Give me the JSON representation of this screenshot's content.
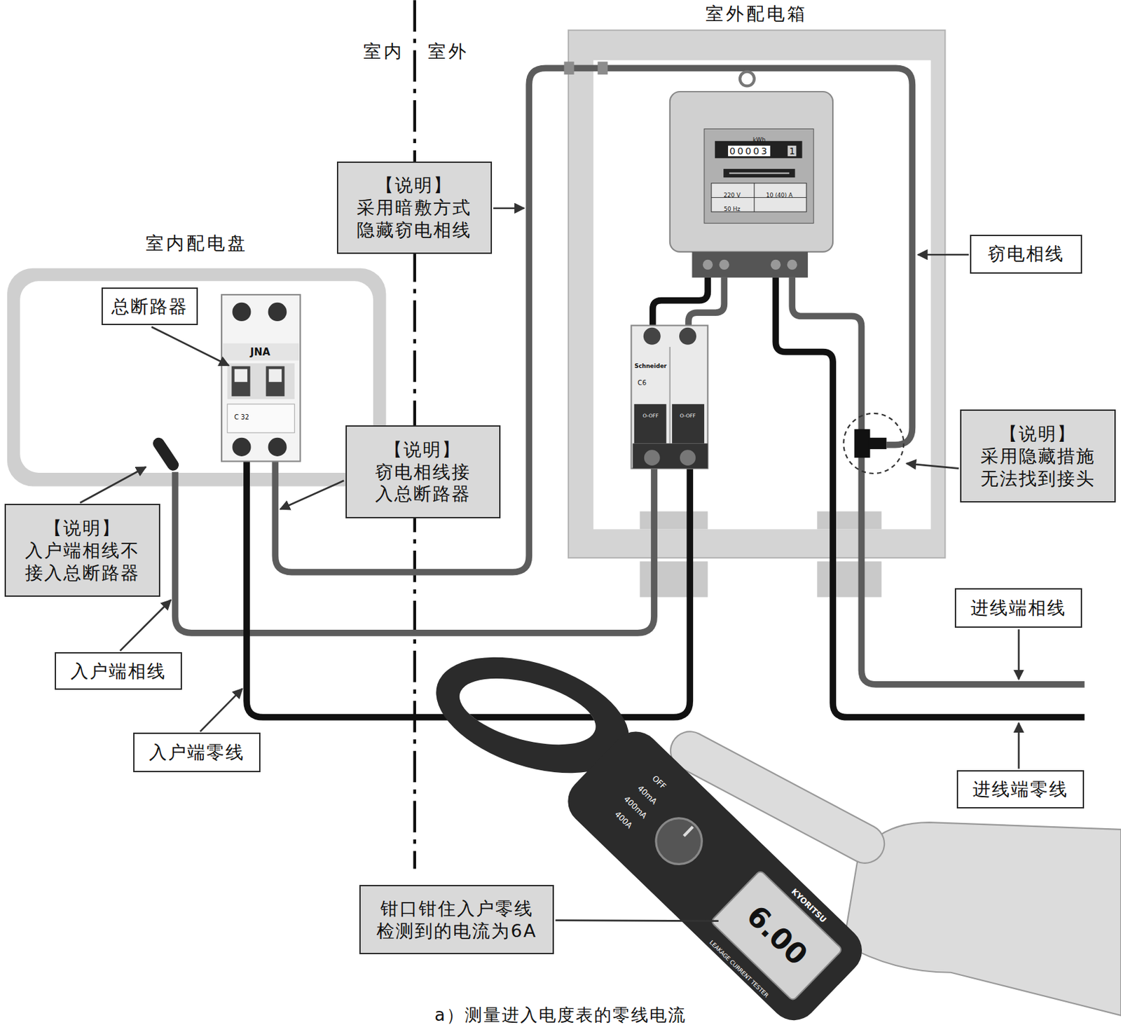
{
  "diagram": {
    "caption": "a）测量进入电度表的零线电流",
    "nodes": [
      {
        "text": [
          "室外配电箱"
        ]
      },
      {
        "text": [
          "室内配电盘"
        ]
      },
      {
        "text": [
          "总断路器"
        ],
        "in": 1
      },
      {
        "text": [
          "【说明】",
          "采用暗敷方式 隐藏窃电相线"
        ]
      },
      {
        "text": [
          "【说明】",
          "窃电相线接 入总断路器"
        ]
      },
      {
        "text": [
          "【说明】",
          "入户端相线不 接入总断路器"
        ]
      },
      {
        "text": [
          "入户端相线"
        ]
      },
      {
        "text": [
          "入户端零线"
        ]
      },
      {
        "text": [
          "窃电相线"
        ]
      },
      {
        "text": [
          "【说明】",
          "采用隐藏措施 无法找到接头"
        ]
      },
      {
        "text": [
          "进线端相线"
        ]
      },
      {
        "text": [
          "进线端零线"
        ]
      },
      {
        "text": [
          "钳口钳住入户零线 检测到的电流为6A"
        ]
      }
    ],
    "labels": [
      "室内",
      "室外",
      "kWh",
      "00003",
      "1",
      "220 V",
      "10 (40) A",
      "50 Hz",
      "JNA",
      "C 32",
      "Schneider",
      "C6",
      "O-OFF",
      "O-OFF",
      "OFF",
      "40mA",
      "400mA",
      "400A",
      "KYORITSU",
      "6.00",
      "LEAKAGE CURRENT TESTER"
    ]
  }
}
